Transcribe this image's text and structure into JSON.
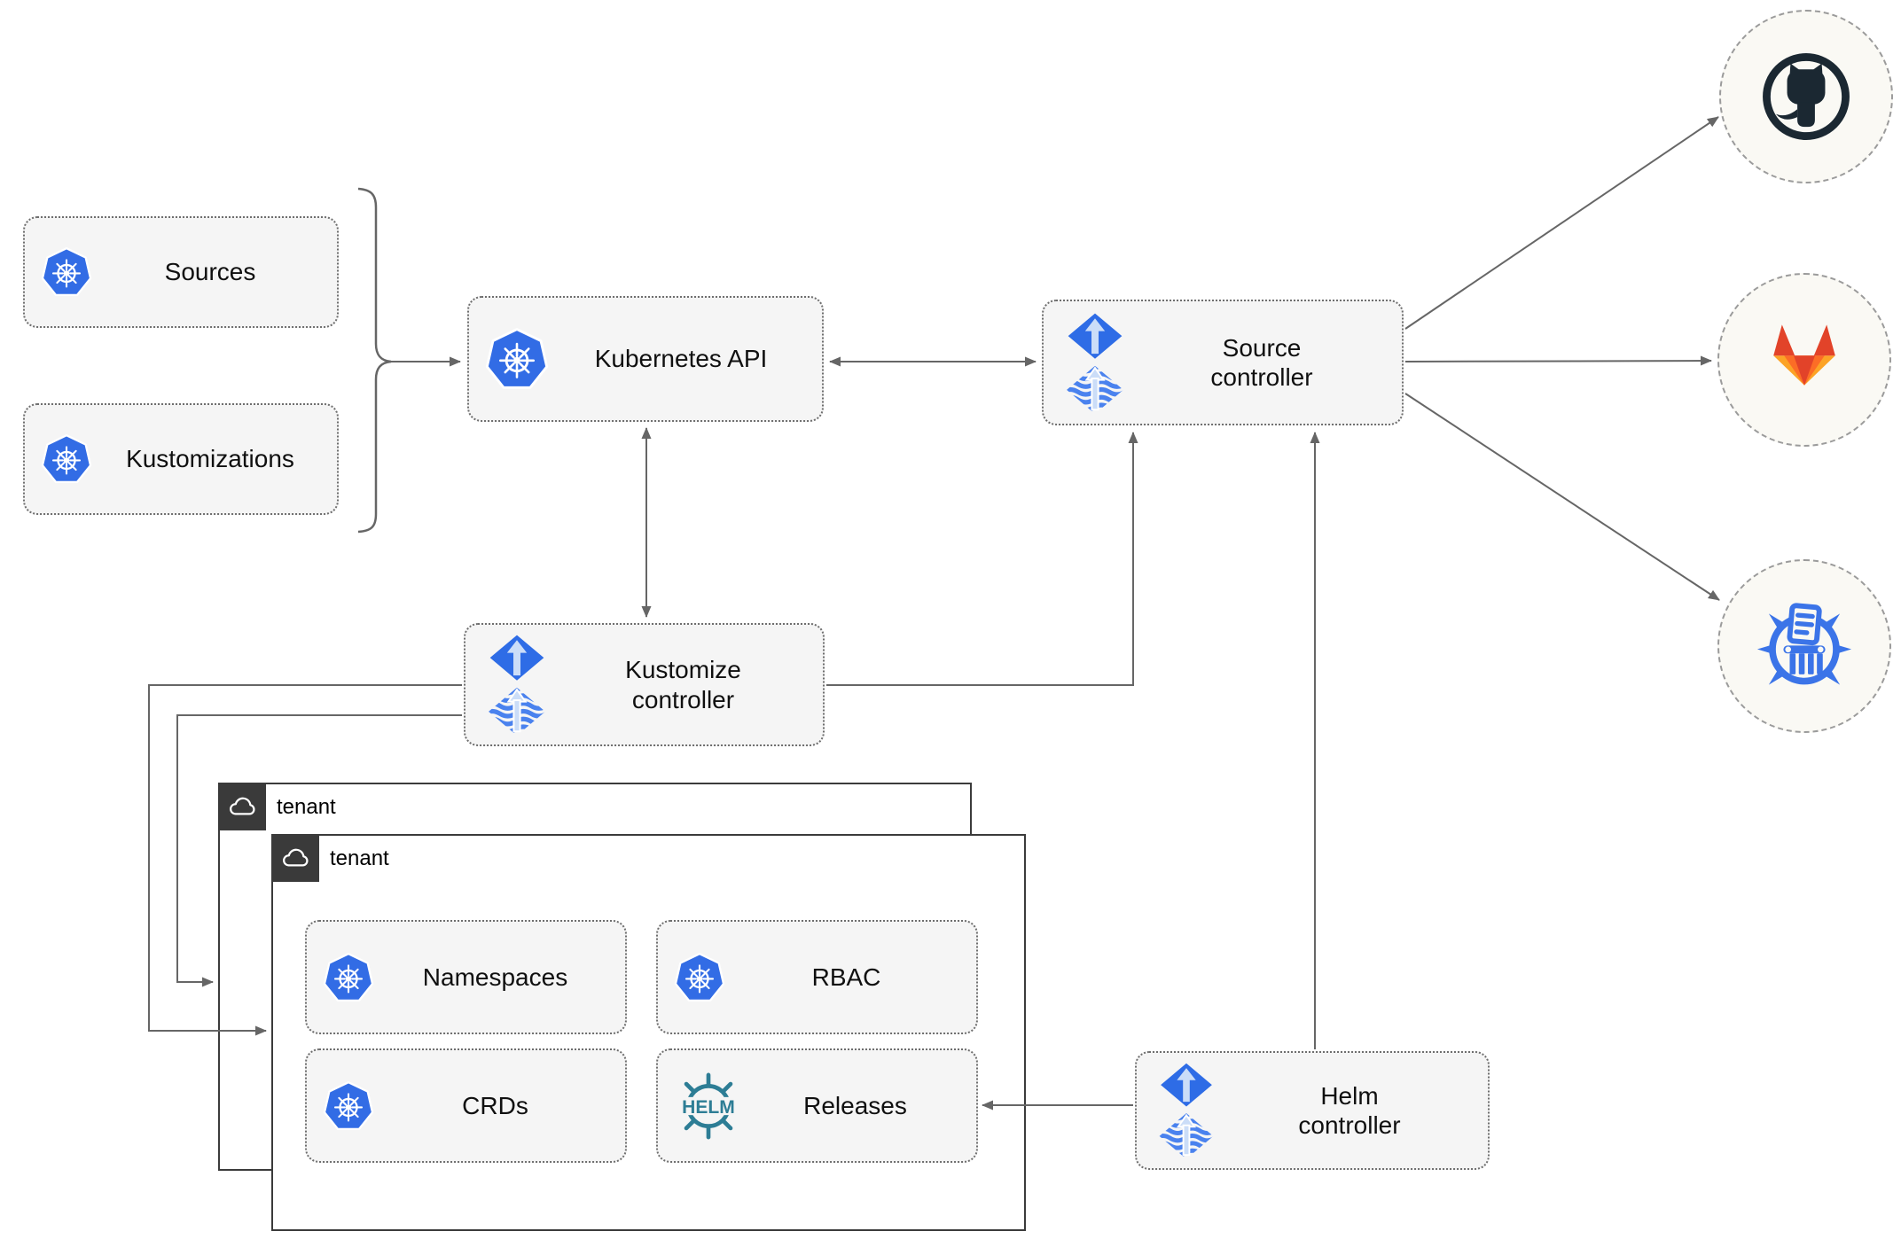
{
  "nodes": {
    "sources": {
      "label": "Sources",
      "icon": "kubernetes"
    },
    "kustomizations": {
      "label": "Kustomizations",
      "icon": "kubernetes"
    },
    "kubernetes_api": {
      "label": "Kubernetes API",
      "icon": "kubernetes"
    },
    "source_controller": {
      "label": "Source controller",
      "icon": "flux"
    },
    "kustomize_controller": {
      "label": "Kustomize controller",
      "icon": "flux"
    },
    "helm_controller": {
      "label": "Helm controller",
      "icon": "flux"
    },
    "tenant_outer": {
      "label": "tenant",
      "icon": "cloud"
    },
    "tenant_inner": {
      "label": "tenant",
      "icon": "cloud"
    },
    "namespaces": {
      "label": "Namespaces",
      "icon": "kubernetes"
    },
    "rbac": {
      "label": "RBAC",
      "icon": "kubernetes"
    },
    "crds": {
      "label": "CRDs",
      "icon": "kubernetes"
    },
    "releases": {
      "label": "Releases",
      "icon": "helm-wheel"
    },
    "github": {
      "icon": "github"
    },
    "gitlab": {
      "icon": "gitlab"
    },
    "chartmuseum": {
      "icon": "chartmuseum"
    }
  },
  "helm_wheel_text": "HELM",
  "colors": {
    "kubernetes_blue": "#326ce5",
    "flux_blue": "#2e6ce6",
    "flux_stripe_blue": "#4a82ee",
    "helm_teal": "#2d7d95",
    "chartmuseum_blue": "#3b74e8",
    "github_dark": "#1b2832",
    "gitlab_red": "#e24329",
    "gitlab_orange": "#fc6d26",
    "gitlab_light_orange": "#fca326",
    "arrow_gray": "#666666",
    "node_background": "#f5f5f5",
    "tenant_chip_background": "#3a3a3a"
  }
}
